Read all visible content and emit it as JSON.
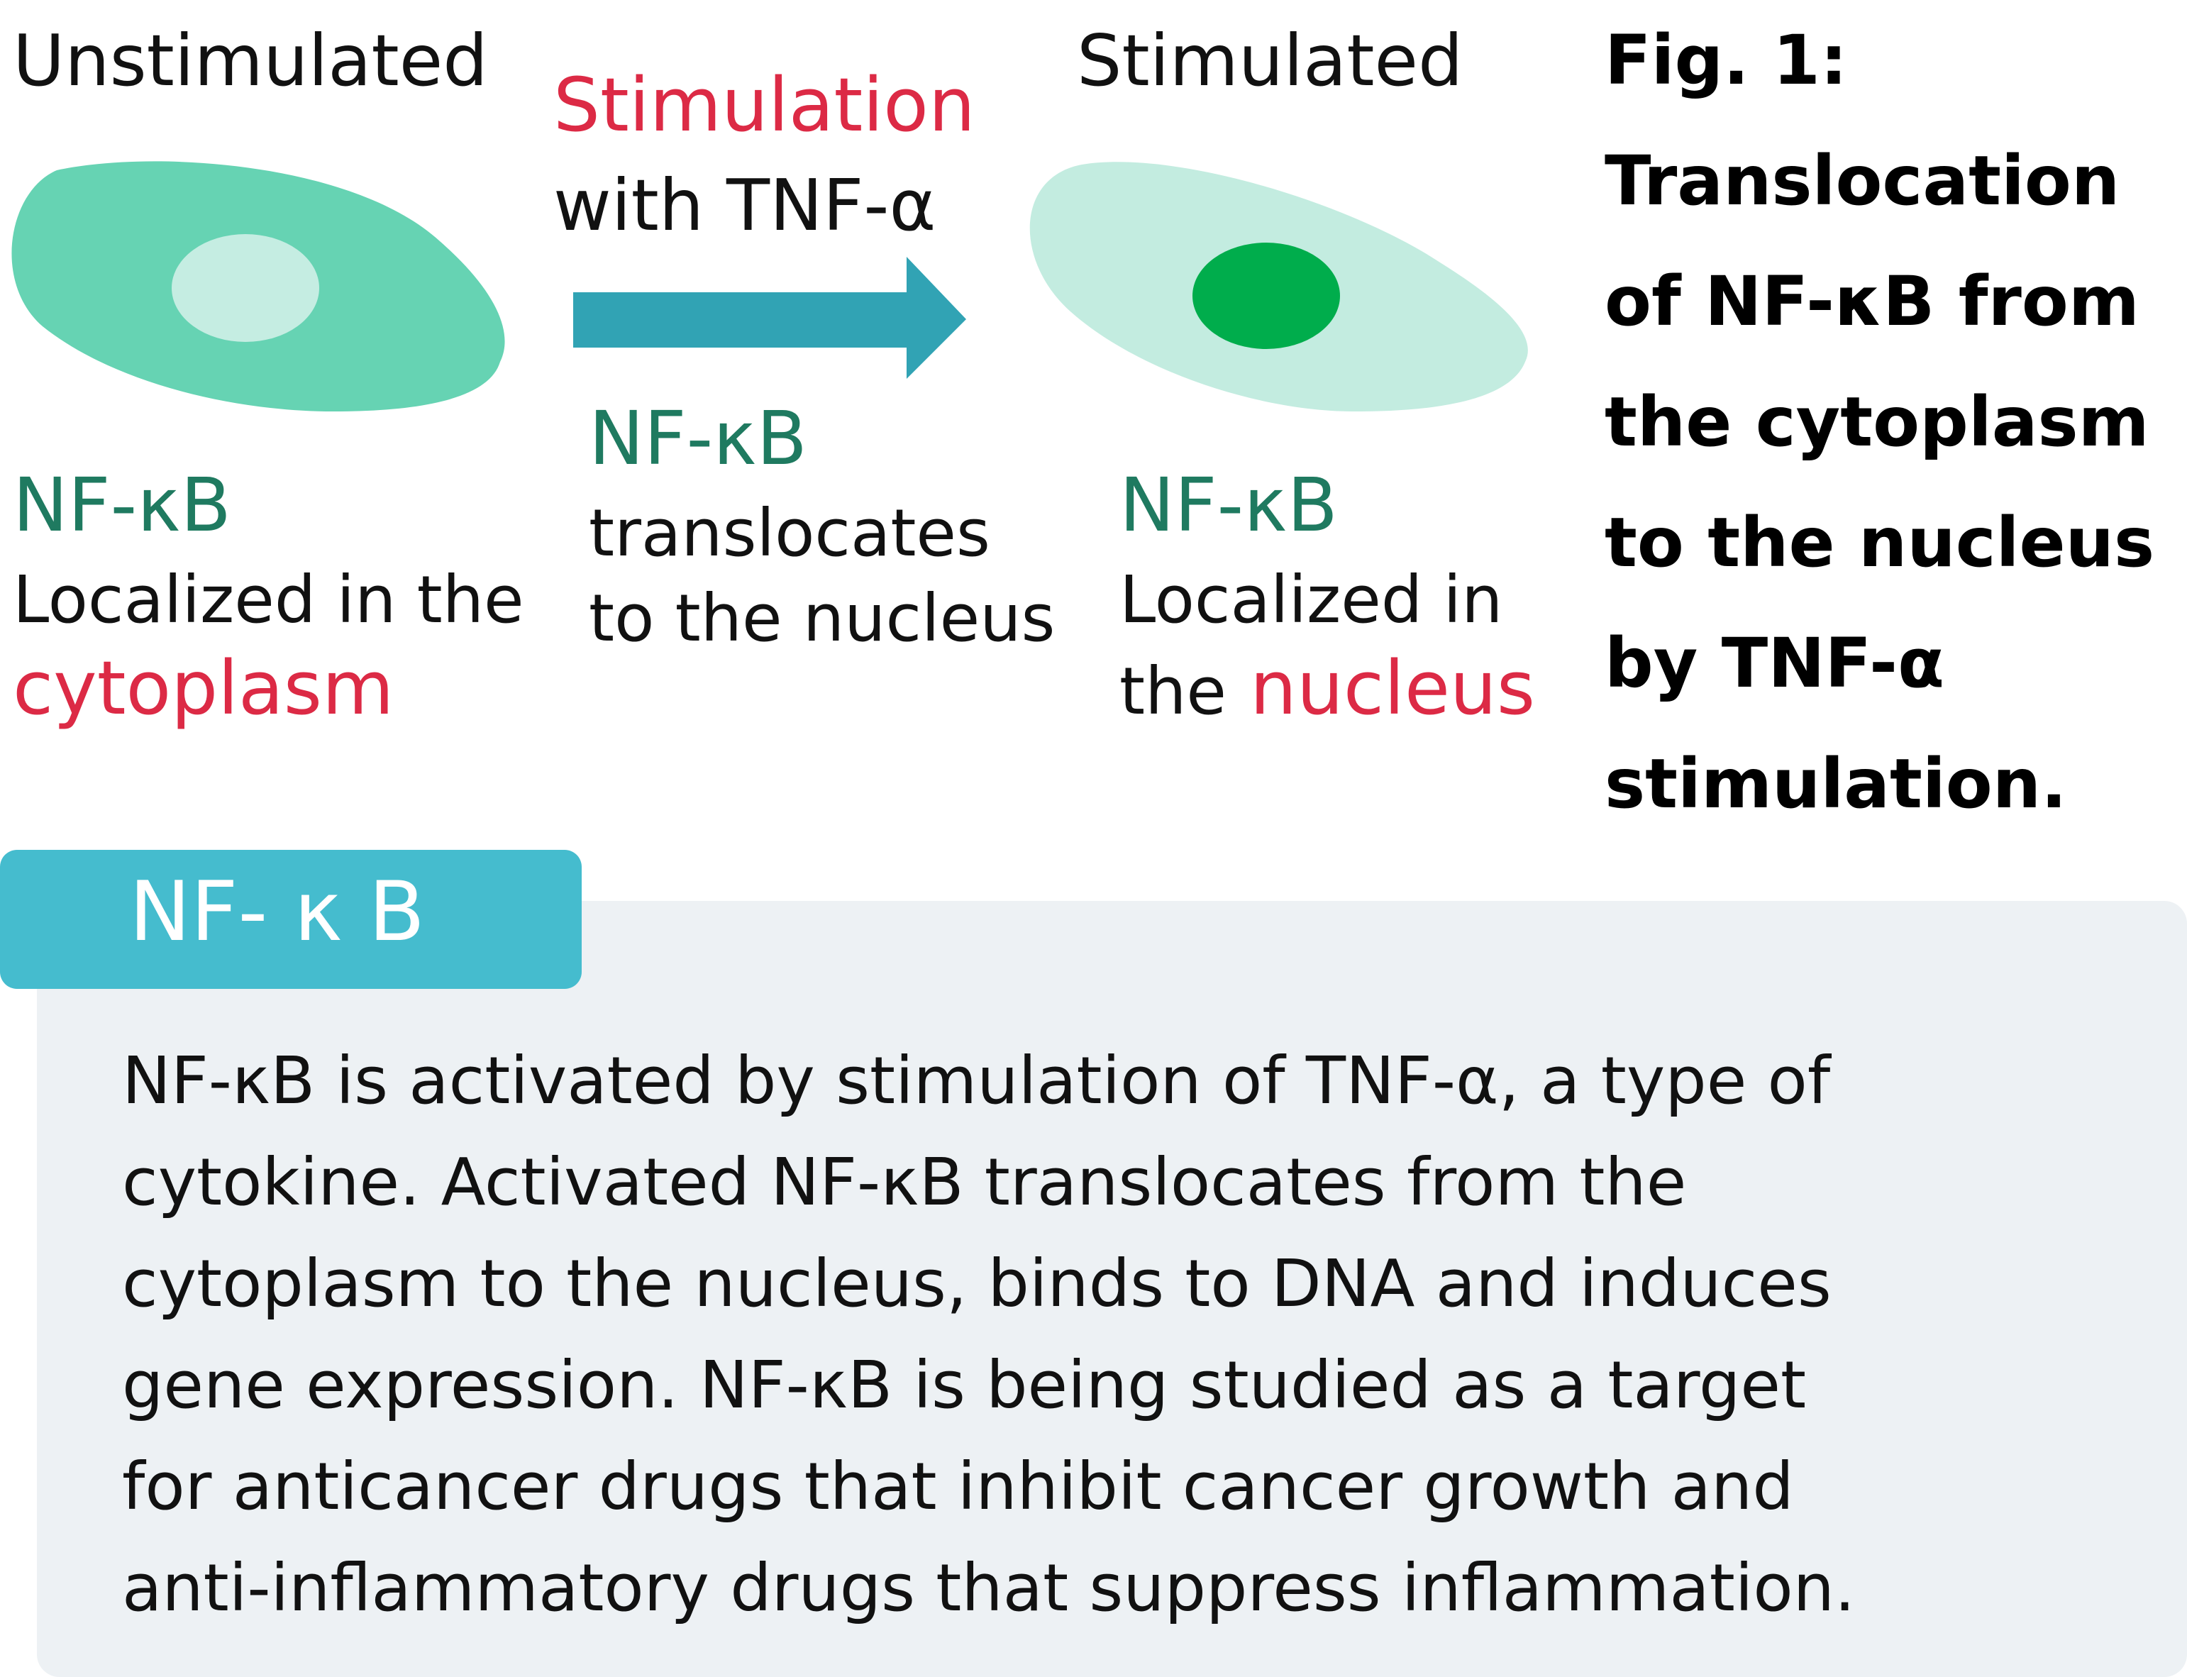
{
  "diagram": {
    "unstimulated": {
      "title": "Unstimulated",
      "protein": "NF-κB",
      "localized_prefix": "Localized in the",
      "location": "cytoplasm"
    },
    "arrow": {
      "stimulation": "Stimulation",
      "with": "with TNF-α",
      "protein": "NF-κB",
      "line1": "translocates",
      "line2": "to the nucleus"
    },
    "stimulated": {
      "title": "Stimulated",
      "protein": "NF-κB",
      "localized_prefix": "Localized in",
      "the": "the",
      "location": "nucleus"
    },
    "colors": {
      "cell_unstimulated": "#66d3b3",
      "nucleus_unstimulated": "#c5ede2",
      "cell_stimulated": "#c3ece0",
      "nucleus_stimulated": "#00ad4c",
      "arrow": "#31a3b4",
      "accent_red": "#dc2a45",
      "accent_green": "#1f7a60"
    }
  },
  "caption": {
    "lines": [
      "Fig. 1:",
      "Translocation",
      "of NF-κB from",
      "the cytoplasm",
      "to the nucleus",
      "by TNF-α",
      "stimulation."
    ]
  },
  "info": {
    "tab_label": "NF- κ B",
    "lines": [
      "NF-κB is activated by stimulation of TNF-α, a type of",
      "cytokine. Activated NF-κB translocates from the",
      "cytoplasm to the nucleus, binds to DNA and induces",
      "gene expression. NF-κB is being studied as a target",
      "for anticancer drugs that inhibit cancer growth and",
      "anti-inflammatory drugs that suppress inflammation."
    ]
  }
}
